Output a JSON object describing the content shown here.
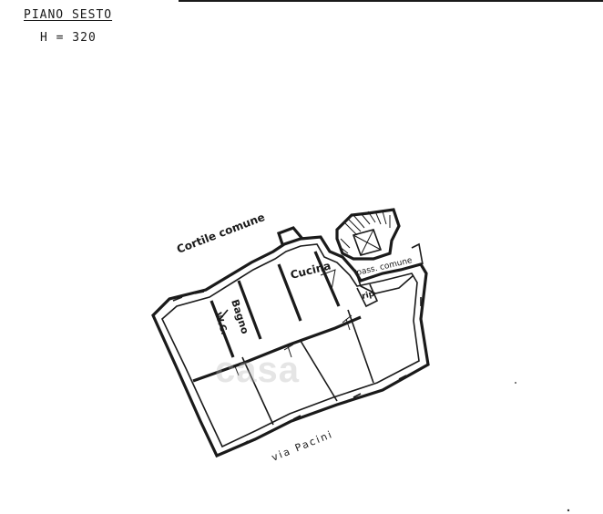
{
  "header": {
    "floor_title": "PIANO SESTO",
    "height_label": "H = 320"
  },
  "labels": {
    "courtyard": "Cortile comune",
    "kitchen": "Cucina",
    "bathroom": "Bagno",
    "wc": "W.C.",
    "common_passage": "pass. comune",
    "rip": "rip",
    "street": "via Pacini"
  },
  "watermark": "casa",
  "colors": {
    "ink": "#1a1a1a",
    "background": "#ffffff"
  }
}
